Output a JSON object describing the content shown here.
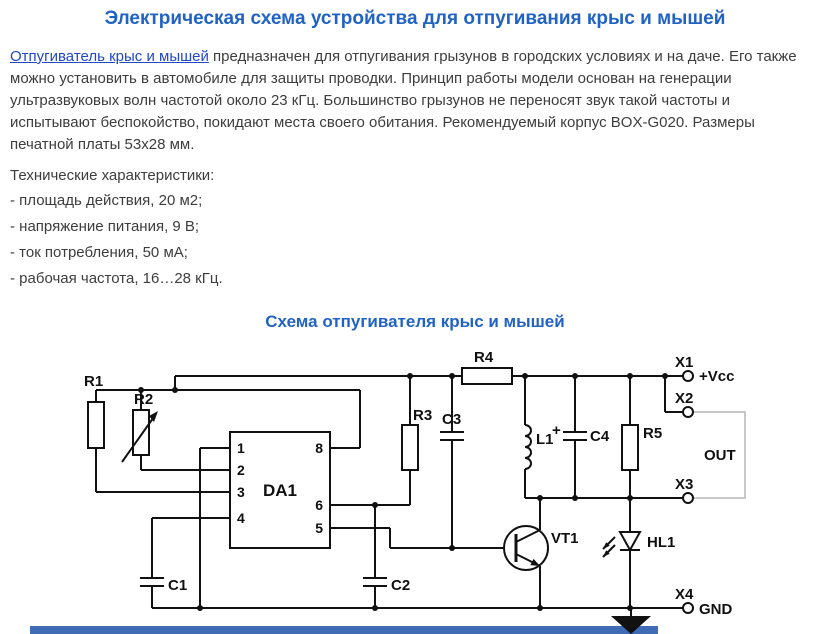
{
  "page": {
    "title": "Электрическая схема устройства для отпугивания крыс и мышей",
    "intro": {
      "link_text": "Отпугиватель крыс и мышей",
      "text_after_link": " предназначен для отпугивания грызунов в городских условиях и на даче. Его также можно установить в автомобиле для защиты проводки. Принцип работы модели основан на генерации ультразвуковых волн частотой около 23 кГц. Большинство грызунов не переносят звук такой частоты и испытывают беспокойство, покидают места своего обитания. Рекомендуемый корпус BOX-G020. Размеры печатной платы 53x28 мм."
    },
    "specs_heading": "Технические характеристики:",
    "specs": [
      "- площадь действия, 20 м2;",
      "- напряжение питания, 9 В;",
      "- ток потребления, 50 мА;",
      "- рабочая частота, 16…28 кГц."
    ],
    "schematic_title": "Схема отпугивателя крыс и мышей"
  },
  "colors": {
    "heading": "#2163c4",
    "link": "#2048c8",
    "body_text": "#3d3d3d",
    "bottom_bar": "#3f6cb4"
  },
  "schematic": {
    "components": {
      "r1": "R1",
      "r2": "R2",
      "r3": "R3",
      "r4": "R4",
      "r5": "R5",
      "c1": "C1",
      "c2": "C2",
      "c3": "C3",
      "c4": "C4",
      "l1": "L1",
      "da1": "DA1",
      "vt1": "VT1",
      "hl1": "HL1",
      "c4_plus": "+"
    },
    "pins": {
      "p1": "1",
      "p2": "2",
      "p3": "3",
      "p4": "4",
      "p8": "8",
      "p6": "6",
      "p5": "5"
    },
    "terminals": {
      "x1": "X1",
      "x2": "X2",
      "x3": "X3",
      "x4": "X4",
      "vcc": "+Vcc",
      "gnd": "GND",
      "out": "OUT"
    }
  }
}
